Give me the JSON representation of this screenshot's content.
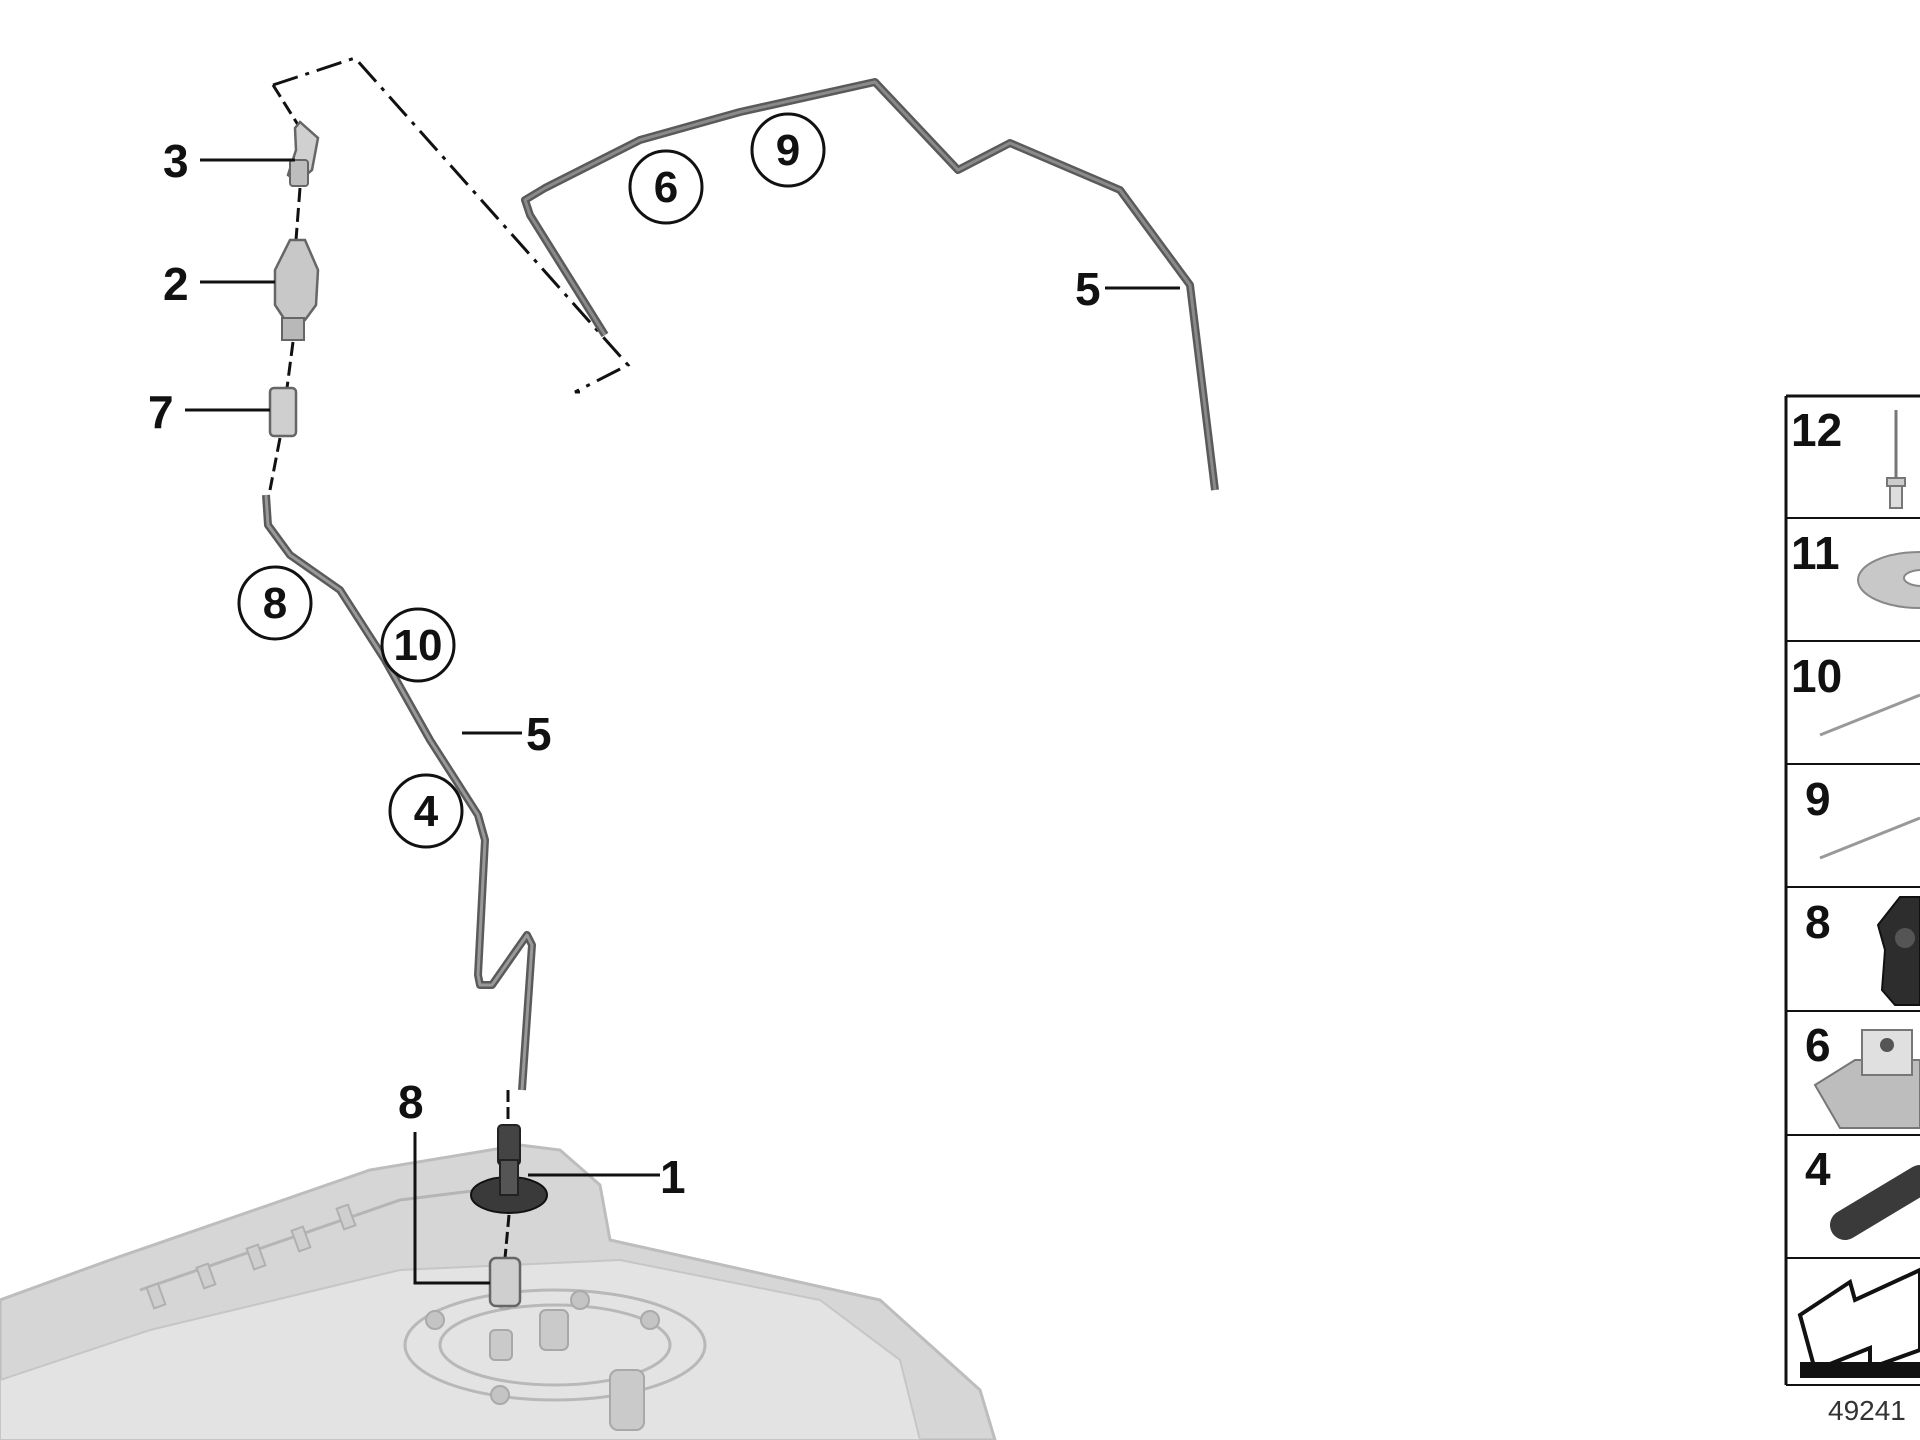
{
  "diagram": {
    "callouts": {
      "c1": "1",
      "c2": "2",
      "c3": "3",
      "c5_top": "5",
      "c5_mid": "5",
      "c7": "7",
      "c8_bottom": "8"
    },
    "circled": {
      "o4": "4",
      "o6": "6",
      "o8": "8",
      "o9": "9",
      "o10": "10"
    },
    "legend": [
      "12",
      "11",
      "10",
      "9",
      "8",
      "6",
      "4"
    ],
    "reference_number": "49241"
  },
  "colors": {
    "line": "#111111",
    "pipe": "#555555",
    "tank": "#d4d4d4",
    "tank_edge": "#b8b8b8"
  }
}
